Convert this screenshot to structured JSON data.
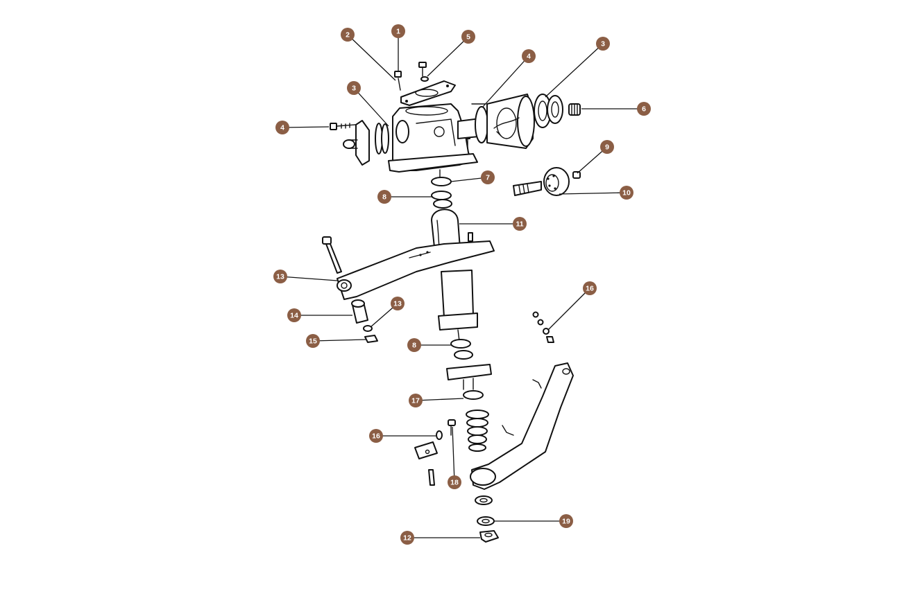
{
  "callout_color": "#8b5e45",
  "callouts": [
    {
      "id": "c1",
      "label": "1"
    },
    {
      "id": "c2",
      "label": "2"
    },
    {
      "id": "c5",
      "label": "5"
    },
    {
      "id": "c4a",
      "label": "4"
    },
    {
      "id": "c3a",
      "label": "3"
    },
    {
      "id": "c3b",
      "label": "3"
    },
    {
      "id": "c6",
      "label": "6"
    },
    {
      "id": "c4b",
      "label": "4"
    },
    {
      "id": "c9",
      "label": "9"
    },
    {
      "id": "c7",
      "label": "7"
    },
    {
      "id": "c10",
      "label": "10"
    },
    {
      "id": "c8a",
      "label": "8"
    },
    {
      "id": "c11",
      "label": "11"
    },
    {
      "id": "c13a",
      "label": "13"
    },
    {
      "id": "c13b",
      "label": "13"
    },
    {
      "id": "c16a",
      "label": "16"
    },
    {
      "id": "c14",
      "label": "14"
    },
    {
      "id": "c15",
      "label": "15"
    },
    {
      "id": "c8b",
      "label": "8"
    },
    {
      "id": "c17",
      "label": "17"
    },
    {
      "id": "c16b",
      "label": "16"
    },
    {
      "id": "c18",
      "label": "18"
    },
    {
      "id": "c19",
      "label": "19"
    },
    {
      "id": "c12",
      "label": "12"
    }
  ]
}
